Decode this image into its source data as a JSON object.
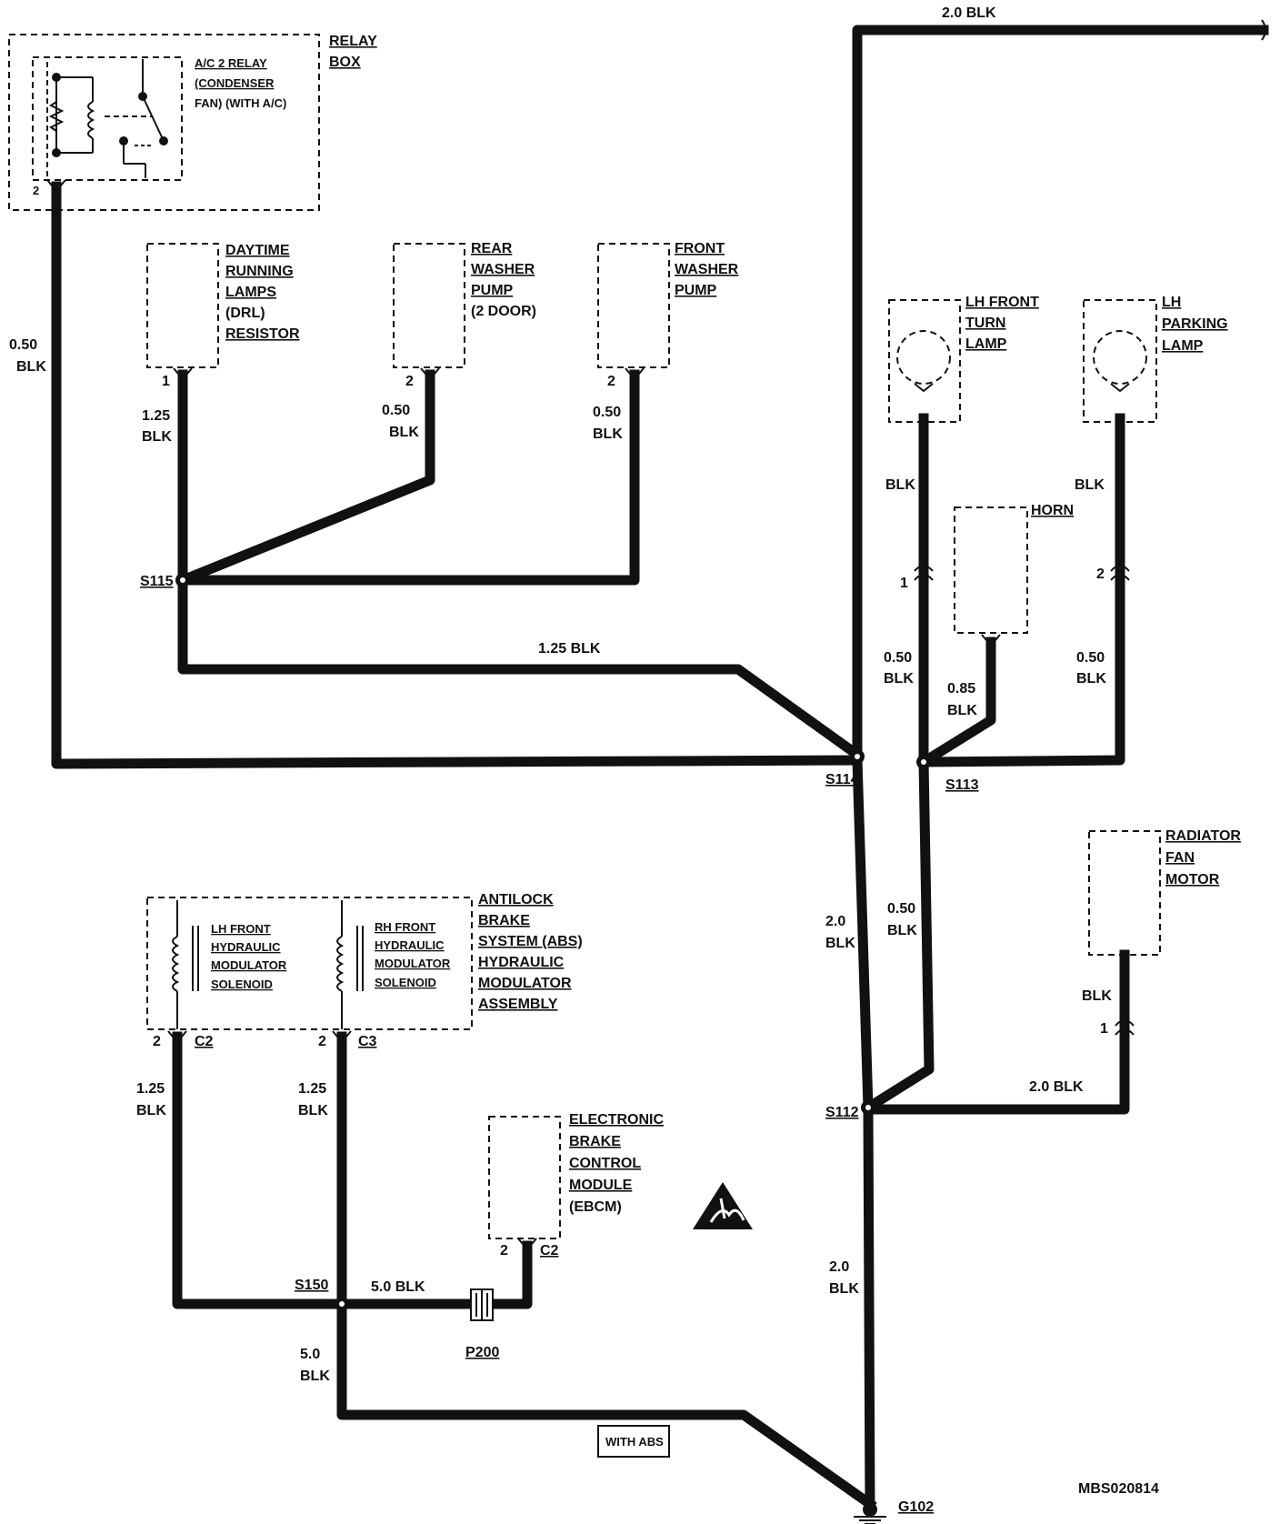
{
  "wires": {
    "top_main": "2.0 BLK",
    "relay_out_size": "0.50",
    "relay_out_color": "BLK",
    "drl_size": "1.25",
    "drl_color": "BLK",
    "rear_washer_size": "0.50",
    "rear_washer_color": "BLK",
    "front_washer_size": "0.50",
    "front_washer_color": "BLK",
    "s115_to_s114": "1.25 BLK",
    "lh_turn_upper": "BLK",
    "lh_turn_lower_size": "0.50",
    "lh_turn_lower_color": "BLK",
    "horn_size": "0.85",
    "horn_color": "BLK",
    "lh_park_upper": "BLK",
    "lh_park_lower_size": "0.50",
    "lh_park_lower_color": "BLK",
    "s114_s112_size": "2.0",
    "s114_s112_color": "BLK",
    "s113_s112_size": "0.50",
    "s113_s112_color": "BLK",
    "fan_upper": "BLK",
    "fan_lower": "2.0 BLK",
    "s112_g102_size": "2.0",
    "s112_g102_color": "BLK",
    "lh_sol_size": "1.25",
    "lh_sol_color": "BLK",
    "rh_sol_size": "1.25",
    "rh_sol_color": "BLK",
    "s150_ebcm": "5.0 BLK",
    "s150_ground_size": "5.0",
    "s150_ground_color": "BLK"
  },
  "components": {
    "relay_box": [
      "RELAY",
      "BOX"
    ],
    "ac_relay": [
      "A/C 2 RELAY",
      "(CONDENSER",
      "FAN) (WITH A/C)"
    ],
    "drl": [
      "DAYTIME",
      "RUNNING",
      "LAMPS",
      "(DRL)",
      "RESISTOR"
    ],
    "rear_washer": [
      "REAR",
      "WASHER",
      "PUMP",
      "(2 DOOR)"
    ],
    "front_washer": [
      "FRONT",
      "WASHER",
      "PUMP"
    ],
    "lh_turn": [
      "LH FRONT",
      "TURN",
      "LAMP"
    ],
    "lh_park": [
      "LH",
      "PARKING",
      "LAMP"
    ],
    "horn": [
      "HORN"
    ],
    "radiator_fan": [
      "RADIATOR",
      "FAN",
      "MOTOR"
    ],
    "abs": [
      "ANTILOCK",
      "BRAKE",
      "SYSTEM (ABS)",
      "HYDRAULIC",
      "MODULATOR",
      "ASSEMBLY"
    ],
    "lh_solenoid": [
      "LH FRONT",
      "HYDRAULIC",
      "MODULATOR",
      "SOLENOID"
    ],
    "rh_solenoid": [
      "RH FRONT",
      "HYDRAULIC",
      "MODULATOR",
      "SOLENOID"
    ],
    "ebcm": [
      "ELECTRONIC",
      "BRAKE",
      "CONTROL",
      "MODULE",
      "(EBCM)"
    ]
  },
  "pins": {
    "relay": "2",
    "drl": "1",
    "rear_washer": "2",
    "front_washer": "2",
    "lh_turn": "1",
    "lh_park": "2",
    "fan": "1",
    "lh_sol": "2",
    "lh_sol_conn": "C2",
    "rh_sol": "2",
    "rh_sol_conn": "C3",
    "ebcm": "2",
    "ebcm_conn": "C2"
  },
  "splices": {
    "s115": "S115",
    "s114": "S114",
    "s113": "S113",
    "s112": "S112",
    "s150": "S150",
    "p200": "P200",
    "g102": "G102"
  },
  "notes": {
    "with_abs": "WITH ABS",
    "diagram_code": "MBS020814"
  },
  "icons": {
    "esd": "esd-warning-icon",
    "ground": "ground-symbol-icon"
  }
}
